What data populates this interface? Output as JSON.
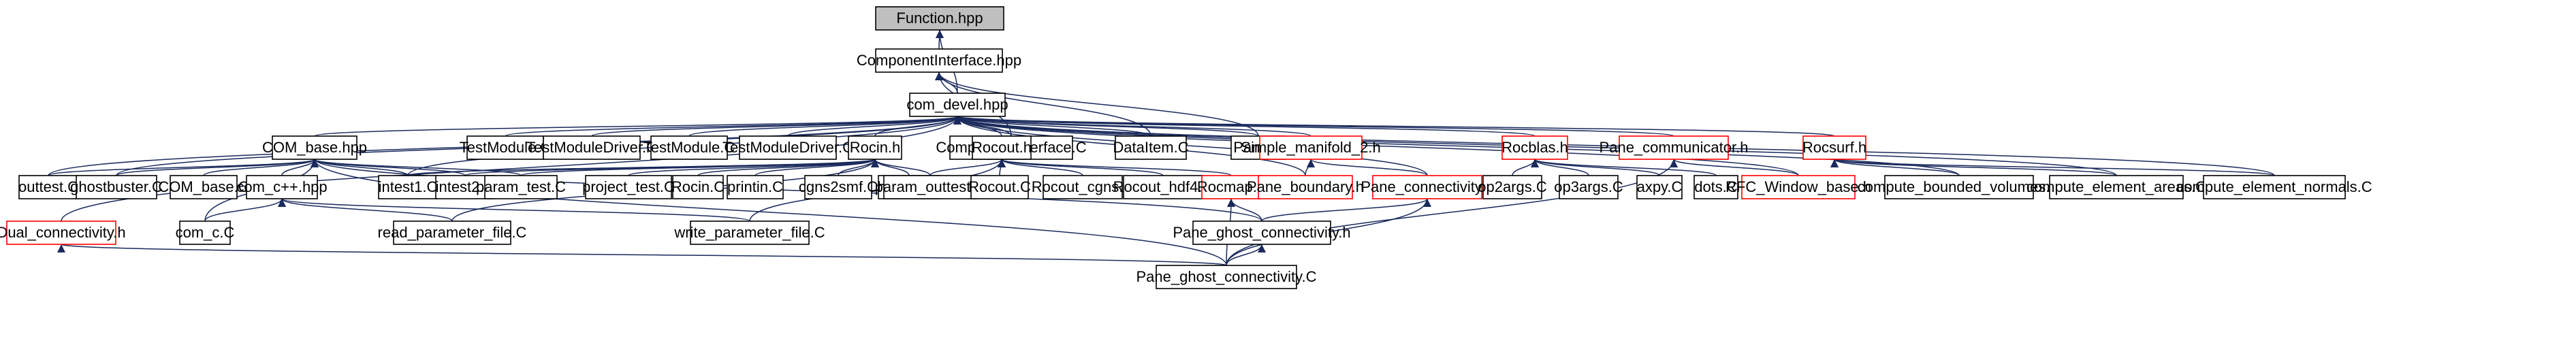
{
  "colors": {
    "node_border": "#000000",
    "node_border_incomplete": "#ff0000",
    "node_fill": "#ffffff",
    "root_fill": "#bfbfbf",
    "edge": "#1a2a5c"
  },
  "diagram": {
    "nodes": [
      {
        "id": "function_hpp",
        "label": "Function.hpp",
        "root": true
      },
      {
        "id": "componentinterface_hpp",
        "label": "ComponentInterface.hpp"
      },
      {
        "id": "com_devel_hpp",
        "label": "com_devel.hpp"
      },
      {
        "id": "componentinterface_c",
        "label": "ComponentInterface.C"
      },
      {
        "id": "dataitem_c",
        "label": "DataItem.C"
      },
      {
        "id": "pane_c",
        "label": "Pane.C"
      },
      {
        "id": "com_base_hpp",
        "label": "COM_base.hpp"
      },
      {
        "id": "testmodule_c_1",
        "label": "TestModule.C"
      },
      {
        "id": "testmoduledriver_c_1",
        "label": "TestModuleDriver.C"
      },
      {
        "id": "testmodule_c_2",
        "label": "TestModule.C"
      },
      {
        "id": "testmoduledriver_c_2",
        "label": "TestModuleDriver.C"
      },
      {
        "id": "rocin_h",
        "label": "Rocin.h"
      },
      {
        "id": "rocout_h",
        "label": "Rocout.h"
      },
      {
        "id": "simple_manifold_2_h",
        "label": "Simple_manifold_2.h",
        "incomplete": true
      },
      {
        "id": "rocblas_h",
        "label": "Rocblas.h",
        "incomplete": true
      },
      {
        "id": "pane_communicator_h",
        "label": "Pane_communicator.h",
        "incomplete": true
      },
      {
        "id": "rocsurf_h",
        "label": "Rocsurf.h",
        "incomplete": true
      },
      {
        "id": "outtest_c",
        "label": "outtest.C"
      },
      {
        "id": "ghostbuster_c",
        "label": "ghostbuster.C"
      },
      {
        "id": "com_base_c",
        "label": "COM_base.C"
      },
      {
        "id": "com_cpp_hpp",
        "label": "com_c++.hpp"
      },
      {
        "id": "intest1_c",
        "label": "intest1.C"
      },
      {
        "id": "intest2_c",
        "label": "intest2.C"
      },
      {
        "id": "param_test_c",
        "label": "param_test.C"
      },
      {
        "id": "project_test_c",
        "label": "project_test.C"
      },
      {
        "id": "rocin_c",
        "label": "Rocin.C"
      },
      {
        "id": "printin_c",
        "label": "printin.C"
      },
      {
        "id": "cgns2smf_c",
        "label": "cgns2smf.C"
      },
      {
        "id": "hdf2vtk_c",
        "label": "hdf2vtk.C"
      },
      {
        "id": "param_outtest_c",
        "label": "param_outtest.C"
      },
      {
        "id": "rocout_c",
        "label": "Rocout.C"
      },
      {
        "id": "rocout_cgns_c",
        "label": "Rocout_cgns.C"
      },
      {
        "id": "rocout_hdf4_c",
        "label": "Rocout_hdf4.C"
      },
      {
        "id": "rocmap_h",
        "label": "Rocmap.h",
        "incomplete": true
      },
      {
        "id": "pane_boundary_h",
        "label": "Pane_boundary.h",
        "incomplete": true
      },
      {
        "id": "pane_connectivity_h",
        "label": "Pane_connectivity.h",
        "incomplete": true
      },
      {
        "id": "op2args_c",
        "label": "op2args.C"
      },
      {
        "id": "op3args_c",
        "label": "op3args.C"
      },
      {
        "id": "axpy_c",
        "label": "axpy.C"
      },
      {
        "id": "dots_c",
        "label": "dots.C"
      },
      {
        "id": "rfc_window_base_h",
        "label": "RFC_Window_base.h",
        "incomplete": true
      },
      {
        "id": "compute_bounded_volumes_c",
        "label": "compute_bounded_volumes.C"
      },
      {
        "id": "compute_element_areas_c",
        "label": "compute_element_areas.C"
      },
      {
        "id": "compute_element_normals_c",
        "label": "compute_element_normals.C"
      },
      {
        "id": "dual_connectivity_h",
        "label": "Dual_connectivity.h",
        "incomplete": true
      },
      {
        "id": "com_c_c",
        "label": "com_c.C"
      },
      {
        "id": "read_parameter_file_c",
        "label": "read_parameter_file.C"
      },
      {
        "id": "write_parameter_file_c",
        "label": "write_parameter_file.C"
      },
      {
        "id": "pane_ghost_connectivity_h",
        "label": "Pane_ghost_connectivity.h"
      },
      {
        "id": "pane_ghost_connectivity_c",
        "label": "Pane_ghost_connectivity.C"
      }
    ],
    "edges": [
      [
        "componentinterface_hpp",
        "function_hpp"
      ],
      [
        "com_devel_hpp",
        "function_hpp"
      ],
      [
        "com_devel_hpp",
        "componentinterface_hpp"
      ],
      [
        "componentinterface_c",
        "componentinterface_hpp"
      ],
      [
        "dataitem_c",
        "componentinterface_hpp"
      ],
      [
        "pane_c",
        "componentinterface_hpp"
      ],
      [
        "com_base_hpp",
        "com_devel_hpp"
      ],
      [
        "testmodule_c_1",
        "com_devel_hpp"
      ],
      [
        "testmoduledriver_c_1",
        "com_devel_hpp"
      ],
      [
        "testmodule_c_2",
        "com_devel_hpp"
      ],
      [
        "testmoduledriver_c_2",
        "com_devel_hpp"
      ],
      [
        "rocin_h",
        "com_devel_hpp"
      ],
      [
        "rocout_h",
        "com_devel_hpp"
      ],
      [
        "simple_manifold_2_h",
        "com_devel_hpp"
      ],
      [
        "rocblas_h",
        "com_devel_hpp"
      ],
      [
        "pane_communicator_h",
        "com_devel_hpp"
      ],
      [
        "rocsurf_h",
        "com_devel_hpp"
      ],
      [
        "outtest_c",
        "com_devel_hpp"
      ],
      [
        "ghostbuster_c",
        "com_devel_hpp"
      ],
      [
        "intest1_c",
        "com_devel_hpp"
      ],
      [
        "dual_connectivity_h",
        "com_devel_hpp"
      ],
      [
        "pane_boundary_h",
        "com_devel_hpp"
      ],
      [
        "pane_connectivity_h",
        "com_devel_hpp"
      ],
      [
        "rfc_window_base_h",
        "com_devel_hpp"
      ],
      [
        "compute_bounded_volumes_c",
        "com_devel_hpp"
      ],
      [
        "compute_element_areas_c",
        "com_devel_hpp"
      ],
      [
        "compute_element_normals_c",
        "com_devel_hpp"
      ],
      [
        "componentinterface_c",
        "com_devel_hpp"
      ],
      [
        "dataitem_c",
        "com_devel_hpp"
      ],
      [
        "pane_c",
        "com_devel_hpp"
      ],
      [
        "outtest_c",
        "com_base_hpp"
      ],
      [
        "ghostbuster_c",
        "com_base_hpp"
      ],
      [
        "com_base_c",
        "com_base_hpp"
      ],
      [
        "com_cpp_hpp",
        "com_base_hpp"
      ],
      [
        "intest1_c",
        "com_base_hpp"
      ],
      [
        "intest2_c",
        "com_base_hpp"
      ],
      [
        "param_test_c",
        "com_base_hpp"
      ],
      [
        "com_c_c",
        "com_base_hpp"
      ],
      [
        "pane_ghost_connectivity_c",
        "com_base_hpp"
      ],
      [
        "pane_ghost_connectivity_h",
        "com_base_hpp"
      ],
      [
        "com_c_c",
        "com_cpp_hpp"
      ],
      [
        "read_parameter_file_c",
        "com_cpp_hpp"
      ],
      [
        "write_parameter_file_c",
        "com_cpp_hpp"
      ],
      [
        "intest1_c",
        "rocin_h"
      ],
      [
        "intest2_c",
        "rocin_h"
      ],
      [
        "param_test_c",
        "rocin_h"
      ],
      [
        "project_test_c",
        "rocin_h"
      ],
      [
        "rocin_c",
        "rocin_h"
      ],
      [
        "printin_c",
        "rocin_h"
      ],
      [
        "cgns2smf_c",
        "rocin_h"
      ],
      [
        "hdf2vtk_c",
        "rocin_h"
      ],
      [
        "param_outtest_c",
        "rocin_h"
      ],
      [
        "read_parameter_file_c",
        "rocin_h"
      ],
      [
        "param_outtest_c",
        "rocout_h"
      ],
      [
        "rocout_c",
        "rocout_h"
      ],
      [
        "rocout_cgns_c",
        "rocout_h"
      ],
      [
        "rocout_hdf4_c",
        "rocout_h"
      ],
      [
        "write_parameter_file_c",
        "rocout_h"
      ],
      [
        "rocmap_h",
        "rocout_h"
      ],
      [
        "pane_boundary_h",
        "simple_manifold_2_h"
      ],
      [
        "pane_connectivity_h",
        "simple_manifold_2_h"
      ],
      [
        "op2args_c",
        "rocblas_h"
      ],
      [
        "op3args_c",
        "rocblas_h"
      ],
      [
        "axpy_c",
        "rocblas_h"
      ],
      [
        "dots_c",
        "rocblas_h"
      ],
      [
        "rfc_window_base_h",
        "pane_communicator_h"
      ],
      [
        "pane_ghost_connectivity_c",
        "pane_communicator_h"
      ],
      [
        "compute_bounded_volumes_c",
        "rocsurf_h"
      ],
      [
        "compute_element_areas_c",
        "rocsurf_h"
      ],
      [
        "compute_element_normals_c",
        "rocsurf_h"
      ],
      [
        "pane_ghost_connectivity_h",
        "rocmap_h"
      ],
      [
        "pane_ghost_connectivity_c",
        "rocmap_h"
      ],
      [
        "pane_ghost_connectivity_h",
        "pane_connectivity_h"
      ],
      [
        "pane_ghost_connectivity_c",
        "pane_connectivity_h"
      ],
      [
        "pane_ghost_connectivity_c",
        "pane_ghost_connectivity_h"
      ],
      [
        "pane_ghost_connectivity_c",
        "dual_connectivity_h"
      ]
    ]
  }
}
